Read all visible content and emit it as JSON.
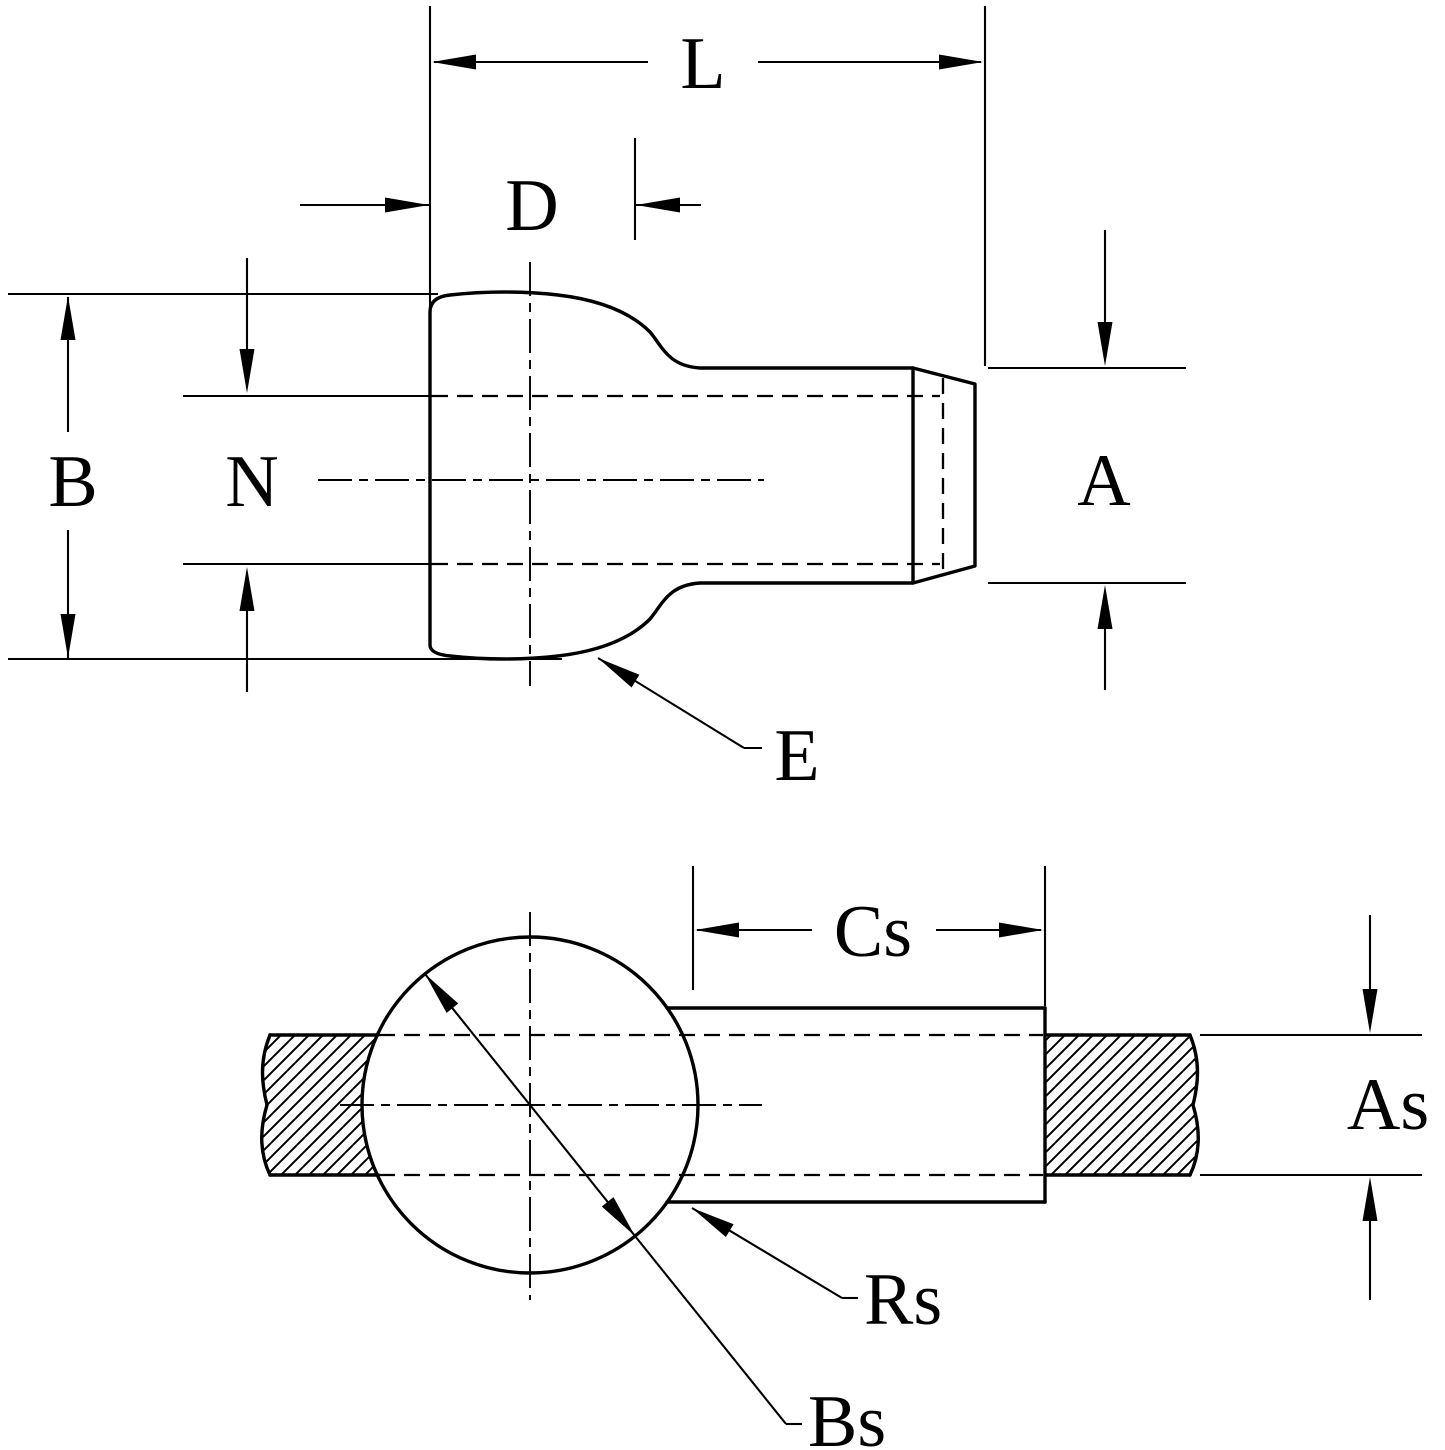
{
  "diagram": {
    "type": "engineering-dimension-drawing",
    "views": {
      "primary": {
        "name": "fitting-side-view",
        "labels": {
          "L": "L",
          "D": "D",
          "B": "B",
          "N": "N",
          "A": "A",
          "E": "E"
        }
      },
      "secondary": {
        "name": "swaged-assembly-section-view",
        "labels": {
          "Cs": "Cs",
          "As": "As",
          "Rs": "Rs",
          "Bs": "Bs"
        }
      }
    },
    "colors": {
      "line": "#000000",
      "background": "#ffffff"
    }
  }
}
